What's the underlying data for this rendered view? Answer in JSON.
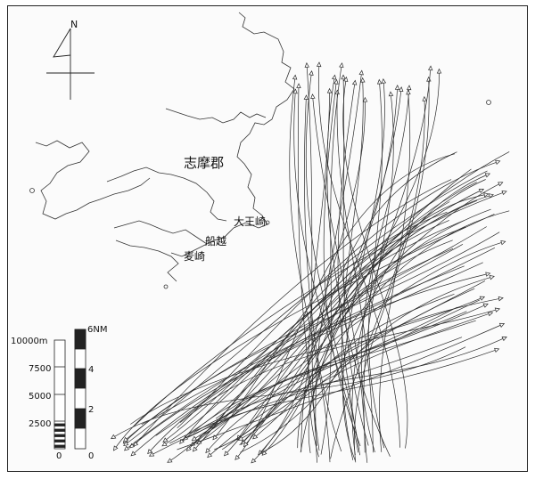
{
  "map": {
    "north_label": "N",
    "places": {
      "shima": "志摩郡",
      "daiozaki": "大王崎",
      "funakoshi": "船越",
      "mugisaki": "麦崎"
    }
  },
  "scale_bar_m": {
    "labels": [
      "10000m",
      "7500",
      "5000",
      "2500",
      "0"
    ]
  },
  "scale_bar_nm": {
    "labels": [
      "6NM",
      "4",
      "2",
      "0"
    ]
  },
  "colors": {
    "land_outline": "#333333",
    "track_line": "#2b2b2b",
    "frame": "#222222"
  }
}
